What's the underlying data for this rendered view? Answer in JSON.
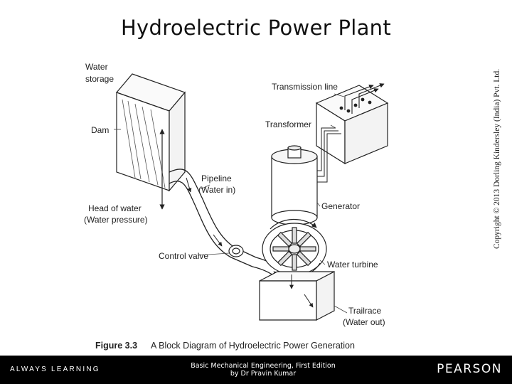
{
  "slide": {
    "title": "Hydroelectric Power Plant",
    "copyright": "Copyright © 2013 Dorling Kindersley (India) Pvt. Ltd."
  },
  "diagram": {
    "labels": {
      "water_storage_1": "Water",
      "water_storage_2": "storage",
      "dam": "Dam",
      "head_1": "Head of water",
      "head_2": "(Water pressure)",
      "pipeline_1": "Pipeline",
      "pipeline_2": "(Water in)",
      "control_valve": "Control valve",
      "transmission_line": "Transmission line",
      "transformer": "Transformer",
      "generator": "Generator",
      "water_turbine": "Water turbine",
      "tailrace_1": "Trailrace",
      "tailrace_2": "(Water out)"
    },
    "caption": {
      "figure": "Figure 3.3",
      "text": "A Block Diagram of Hydroelectric Power Generation"
    }
  },
  "footer": {
    "left": "ALWAYS LEARNING",
    "center_line1": "Basic Mechanical Engineering, First Edition",
    "center_line2": "by Dr Pravin Kumar",
    "right": "PEARSON"
  }
}
